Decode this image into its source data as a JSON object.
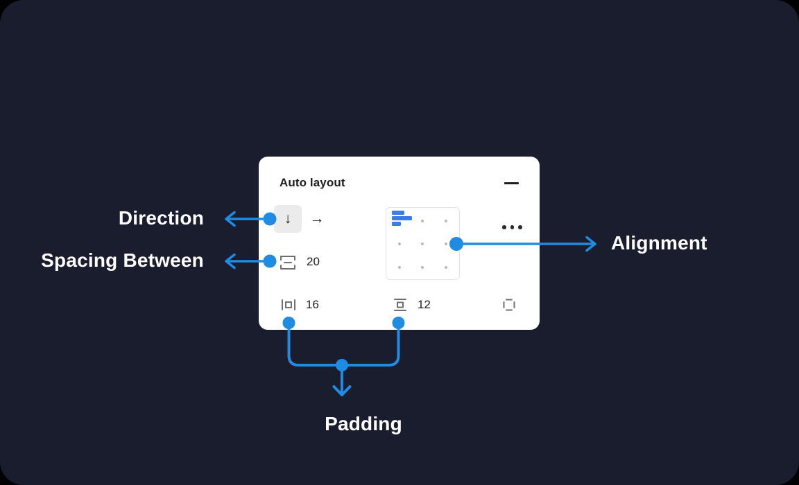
{
  "colors": {
    "accent": "#1E8CE3",
    "canvas": "#1A1D2E",
    "panel": "#FFFFFF",
    "bars": "#3D7BE5"
  },
  "panel": {
    "title": "Auto layout",
    "direction": {
      "down_glyph": "↓",
      "right_glyph": "→",
      "selected": "down"
    },
    "spacing_between": "20",
    "padding_horizontal": "16",
    "padding_vertical": "12",
    "alignment": "top-left"
  },
  "annotations": {
    "direction": "Direction",
    "spacing_between": "Spacing Between",
    "alignment": "Alignment",
    "padding": "Padding"
  },
  "icons": [
    "arrow-down-icon",
    "arrow-right-icon",
    "spacing-between-icon",
    "padding-horizontal-icon",
    "padding-vertical-icon",
    "padding-individual-icon",
    "more-options-icon",
    "minus-icon",
    "alignment-grid-icon"
  ]
}
